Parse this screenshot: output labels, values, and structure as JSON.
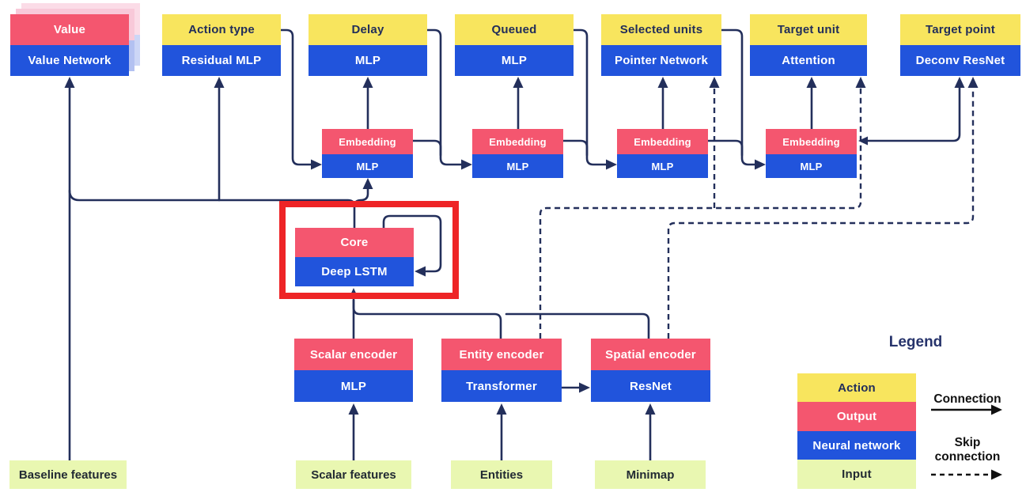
{
  "nodes": {
    "value": {
      "action": "Value",
      "network": "Value Network"
    },
    "action_type": {
      "action": "Action type",
      "network": "Residual MLP"
    },
    "delay": {
      "action": "Delay",
      "network": "MLP"
    },
    "queued": {
      "action": "Queued",
      "network": "MLP"
    },
    "selected_units": {
      "action": "Selected units",
      "network": "Pointer Network"
    },
    "target_unit": {
      "action": "Target unit",
      "network": "Attention"
    },
    "target_point": {
      "action": "Target point",
      "network": "Deconv ResNet"
    },
    "embedding1": {
      "output": "Embedding",
      "network": "MLP"
    },
    "embedding2": {
      "output": "Embedding",
      "network": "MLP"
    },
    "embedding3": {
      "output": "Embedding",
      "network": "MLP"
    },
    "embedding4": {
      "output": "Embedding",
      "network": "MLP"
    },
    "core": {
      "output": "Core",
      "network": "Deep LSTM"
    },
    "scalar_encoder": {
      "output": "Scalar encoder",
      "network": "MLP"
    },
    "entity_encoder": {
      "output": "Entity encoder",
      "network": "Transformer"
    },
    "spatial_encoder": {
      "output": "Spatial encoder",
      "network": "ResNet"
    }
  },
  "inputs": {
    "baseline": "Baseline features",
    "scalar": "Scalar features",
    "entities": "Entities",
    "minimap": "Minimap"
  },
  "legend": {
    "title": "Legend",
    "items": [
      {
        "label": "Action",
        "color": "#f8e55e"
      },
      {
        "label": "Output",
        "color": "#f4566f"
      },
      {
        "label": "Neural network",
        "color": "#2154dc"
      },
      {
        "label": "Input",
        "color": "#e9f7b1"
      }
    ],
    "connection": "Connection",
    "skip": "Skip connection"
  },
  "colors": {
    "action_yellow": "#f8e55e",
    "output_pink": "#f4566f",
    "network_blue": "#2154dc",
    "input_green": "#e9f7b1",
    "line_navy": "#232f5b",
    "highlight_red": "#ee2426"
  }
}
